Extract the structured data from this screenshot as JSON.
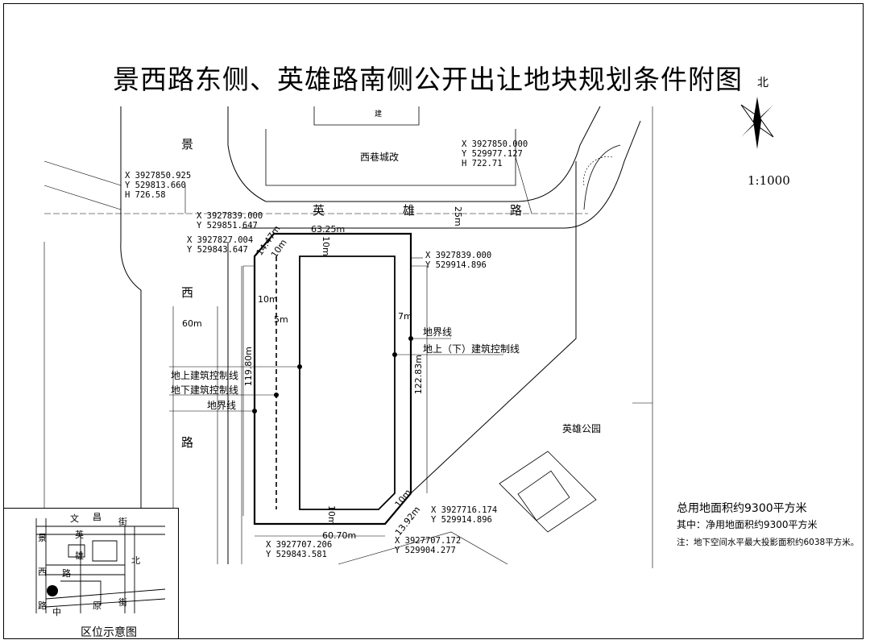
{
  "title": "景西路东侧、英雄路南侧公开出让地块规划条件附图",
  "north_label": "北",
  "scale": "1:1000",
  "roads": {
    "jingxi_top": "景",
    "jingxi_mid": "西",
    "jingxi_width": "60m",
    "jingxi_bottom": "路",
    "yingxiong_1": "英",
    "yingxiong_2": "雄",
    "yingxiong_3": "路",
    "yingxiong_width": "25m"
  },
  "places": {
    "xixiang": "西巷城改",
    "park": "英雄公园",
    "top_bldg": "建"
  },
  "coords": {
    "c1": [
      "X 3927850.925",
      "Y  529813.660",
      "H  726.58"
    ],
    "c2": [
      "X 3927850.000",
      "Y  529977.127",
      "H  722.71"
    ],
    "c3": [
      "X 3927839.000",
      "Y  529851.647"
    ],
    "c4": [
      "X 3927827.004",
      "Y  529843.647"
    ],
    "c5": [
      "X 3927839.000",
      "Y  529914.896"
    ],
    "c6": [
      "X 3927716.174",
      "Y  529914.896"
    ],
    "c7": [
      "X 3927707.206",
      "Y  529843.581"
    ],
    "c8": [
      "X 3927707.172",
      "Y  529904.277"
    ]
  },
  "dims": {
    "top": "63.25m",
    "corner": "14.47m",
    "setback_top_left": "10m",
    "setback_top": "10m",
    "setback_left": "10m",
    "setback_inner": "5m",
    "left_len": "119.80m",
    "right_len": "122.83m",
    "right_setback": "7m",
    "bottom": "60.70m",
    "bottom_setback": "10m",
    "bottom_corner": "13.92m",
    "bottom_corner_setback": "10m"
  },
  "legend_right": {
    "boundary": "地界线",
    "control": "地上（下）建筑控制线"
  },
  "legend_left": {
    "above": "地上建筑控制线",
    "below": "地下建筑控制线",
    "boundary": "地界线"
  },
  "notes": {
    "total": "总用地面积约9300平方米",
    "net": "其中：净用地面积约9300平方米",
    "underground": "注：地下空间水平最大投影面积约6038平方米。"
  },
  "inset": {
    "title": "区位示意图",
    "labels": [
      "文",
      "昌",
      "街",
      "景",
      "英",
      "雄",
      "西",
      "路",
      "北",
      "中",
      "原",
      "街",
      "路"
    ]
  }
}
